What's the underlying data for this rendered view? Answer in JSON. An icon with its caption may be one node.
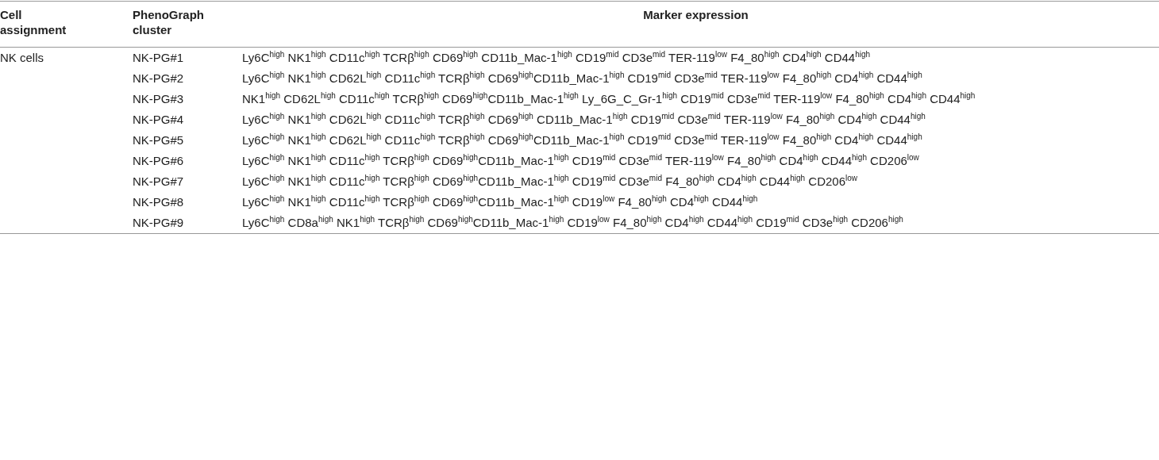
{
  "diagram": {
    "labels": [
      "Cell assignment",
      "PhenoGraph cluster",
      "Marker expression",
      "NK cells",
      "NK-PG#1",
      "Ly6C$^{high}$ NK1$^{high}$ CD11c$^{high}$ TCRβ$^{high}$ CD69$^{high}$ CD11b_Mac-1$^{high}$ CD19$^{mid}$ CD3e$^{mid}$ TER-119$^{low}$ F4_80$^{high}$ CD4$^{high}$ CD44$^{high}$",
      "NK-PG#2",
      "Ly6C$^{high}$ NK1$^{high}$ CD62L$^{high}$ CD11c$^{high}$ TCRβ$^{high}$ CD69$^{high}$CD11b_Mac-1$^{high}$ CD19$^{mid}$ CD3e$^{mid}$ TER-119$^{low}$ F4_80$^{high}$ CD4$^{high}$ CD44$^{high}$",
      "NK-PG#3",
      "NK1$^{high}$ CD62L$^{high}$ CD11c$^{high}$ TCRβ$^{high}$ CD69$^{high}$CD11b_Mac-1$^{high}$ Ly_6G_C_Gr-1$^{high}$ CD19$^{mid}$ CD3e$^{mid}$ TER-119$^{low}$ F4_80$^{high}$ CD4$^{high}$ CD44$^{high}$",
      "NK-PG#4",
      "Ly6C$^{high}$ NK1$^{high}$ CD62L$^{high}$ CD11c$^{high}$ TCRβ$^{high}$ CD69$^{high}$ CD11b_Mac-1$^{high}$ CD19$^{mid}$ CD3e$^{mid}$ TER-119$^{low}$ F4_80$^{high}$ CD4$^{high}$ CD44$^{high}$",
      "NK-PG#5",
      "Ly6C$^{high}$ NK1$^{high}$ CD62L$^{high}$ CD11c$^{high}$ TCRβ$^{high}$ CD69$^{high}$CD11b_Mac-1$^{high}$ CD19$^{mid}$ CD3e$^{mid}$ TER-119$^{low}$ F4_80$^{high}$ CD4$^{high}$ CD44$^{high}$",
      "NK-PG#6",
      "Ly6C$^{high}$ NK1$^{high}$ CD11c$^{high}$ TCRβ$^{high}$ CD69$^{high}$CD11b_Mac-1$^{high}$ CD19$^{mid}$ CD3e$^{mid}$ TER-119$^{low}$ F4_80$^{high}$ CD4$^{high}$ CD44$^{high}$ CD206$^{low}$",
      "NK-PG#7",
      "Ly6C$^{high}$ NK1$^{high}$ CD11c$^{high}$ TCRβ$^{high}$ CD69$^{high}$CD11b_Mac-1$^{high}$ CD19$^{mid}$ CD3e$^{mid}$ F4_80$^{high}$ CD4$^{high}$ CD44$^{high}$ CD206$^{low}$",
      "NK-PG#8",
      "Ly6C$^{high}$ NK1$^{high}$ CD11c$^{high}$ TCRβ$^{high}$ CD69$^{high}$CD11b_Mac-1$^{high}$ CD19$^{low}$ F4_80$^{high}$ CD4$^{high}$ CD44$^{high}$",
      "NK-PG#9",
      "Ly6C$^{high}$ CD8a$^{high}$ NK1$^{high}$ TCRβ$^{high}$ CD69$^{high}$CD11b_Mac-1$^{high}$ CD19$^{low}$ F4_80$^{high}$ CD4$^{high}$ CD44$^{high}$ CD19$^{mid}$ CD3e$^{high}$ CD206$^{high}$"
    ]
  }
}
